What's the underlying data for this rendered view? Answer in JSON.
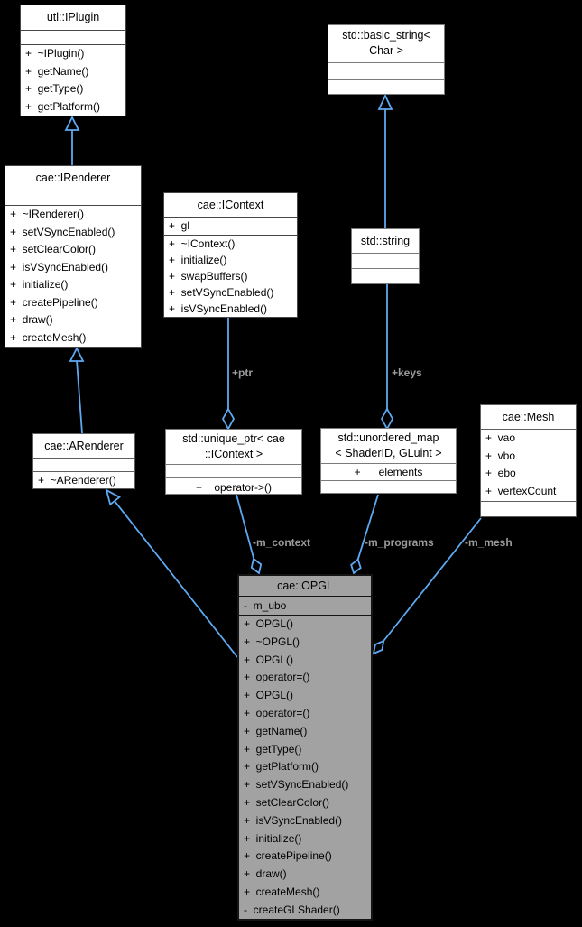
{
  "classes": {
    "iplugin": {
      "title": "utl::IPlugin",
      "attrs": [],
      "methods": [
        "+  ~IPlugin()",
        "+  getName()",
        "+  getType()",
        "+  getPlatform()"
      ]
    },
    "irenderer": {
      "title": "cae::IRenderer",
      "attrs": [],
      "methods": [
        "+  ~IRenderer()",
        "+  setVSyncEnabled()",
        "+  setClearColor()",
        "+  isVSyncEnabled()",
        "+  initialize()",
        "+  createPipeline()",
        "+  draw()",
        "+  createMesh()"
      ]
    },
    "icontext": {
      "title": "cae::IContext",
      "attrs": [
        "+  gl"
      ],
      "methods": [
        "+  ~IContext()",
        "+  initialize()",
        "+  swapBuffers()",
        "+  setVSyncEnabled()",
        "+  isVSyncEnabled()"
      ]
    },
    "basic_string": {
      "title": "std::basic_string<\nChar >",
      "attrs": [],
      "methods": []
    },
    "string": {
      "title": "std::string",
      "attrs": [],
      "methods": []
    },
    "arenderer": {
      "title": "cae::ARenderer",
      "attrs": [],
      "methods": [
        "+  ~ARenderer()"
      ]
    },
    "unique_ptr": {
      "title": "std::unique_ptr< cae\n::IContext >",
      "attrs": [],
      "methods": [
        "+    operator->()"
      ]
    },
    "unordered_map": {
      "title": "std::unordered_map\n< ShaderID, GLuint >",
      "attrs": [
        "+      elements"
      ],
      "methods": []
    },
    "mesh": {
      "title": "cae::Mesh",
      "attrs": [
        "+  vao",
        "+  vbo",
        "+  ebo",
        "+  vertexCount"
      ],
      "methods": []
    },
    "opgl": {
      "title": "cae::OPGL",
      "attrs": [
        "-  m_ubo"
      ],
      "methods": [
        "+  OPGL()",
        "+  ~OPGL()",
        "+  OPGL()",
        "+  operator=()",
        "+  OPGL()",
        "+  operator=()",
        "+  getName()",
        "+  getType()",
        "+  getPlatform()",
        "+  setVSyncEnabled()",
        "+  setClearColor()",
        "+  isVSyncEnabled()",
        "+  initialize()",
        "+  createPipeline()",
        "+  draw()",
        "+  createMesh()",
        "-  createGLShader()"
      ]
    }
  },
  "edge_labels": {
    "ptr": "+ptr",
    "keys": "+keys",
    "m_context": "-m_context",
    "m_programs": "-m_programs",
    "m_mesh": "-m_mesh"
  },
  "relations": [
    {
      "from": "cae::IRenderer",
      "to": "utl::IPlugin",
      "type": "inheritance",
      "label": ""
    },
    {
      "from": "cae::ARenderer",
      "to": "cae::IRenderer",
      "type": "inheritance",
      "label": ""
    },
    {
      "from": "std::string",
      "to": "std::basic_string< Char >",
      "type": "inheritance",
      "label": ""
    },
    {
      "from": "cae::OPGL",
      "to": "cae::ARenderer",
      "type": "inheritance",
      "label": ""
    },
    {
      "from": "std::unique_ptr< cae::IContext >",
      "to": "cae::IContext",
      "type": "aggregation",
      "label": "+ptr"
    },
    {
      "from": "std::unordered_map< ShaderID, GLuint >",
      "to": "std::string",
      "type": "aggregation",
      "label": "+keys"
    },
    {
      "from": "cae::OPGL",
      "to": "std::unique_ptr< cae::IContext >",
      "type": "aggregation",
      "label": "-m_context"
    },
    {
      "from": "cae::OPGL",
      "to": "std::unordered_map< ShaderID, GLuint >",
      "type": "aggregation",
      "label": "-m_programs"
    },
    {
      "from": "cae::OPGL",
      "to": "cae::Mesh",
      "type": "aggregation",
      "label": "-m_mesh"
    }
  ],
  "colors": {
    "edge": "#5da9f2",
    "background": "#000000",
    "node_fill": "#ffffff",
    "focus_node_fill": "#a2a2a2",
    "edge_label": "#9b9b9b"
  }
}
